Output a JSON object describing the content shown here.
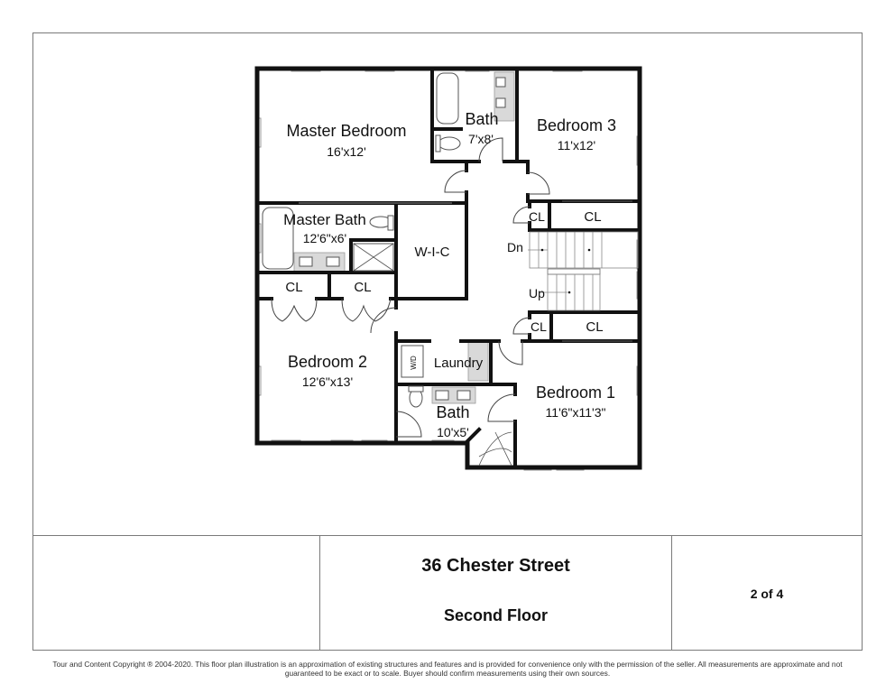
{
  "floorplan": {
    "rooms": {
      "master_bedroom": {
        "name": "Master Bedroom",
        "size": "16'x12'"
      },
      "bath_top": {
        "name": "Bath",
        "size": "7'x8'"
      },
      "bedroom3": {
        "name": "Bedroom 3",
        "size": "11'x12'"
      },
      "master_bath": {
        "name": "Master Bath",
        "size": "12'6\"x6'"
      },
      "wic": {
        "name": "W-I-C"
      },
      "closet_mb_left": {
        "name": "CL"
      },
      "closet_mb_right": {
        "name": "CL"
      },
      "closet_br3_small": {
        "name": "CL"
      },
      "closet_br3_large": {
        "name": "CL"
      },
      "closet_br1_small": {
        "name": "CL"
      },
      "closet_br1_large": {
        "name": "CL"
      },
      "bedroom2": {
        "name": "Bedroom 2",
        "size": "12'6\"x13'"
      },
      "laundry": {
        "name": "Laundry",
        "washer_dryer": "W/D"
      },
      "bath_bottom": {
        "name": "Bath",
        "size": "10'x5'"
      },
      "bedroom1": {
        "name": "Bedroom 1",
        "size": "11'6\"x11'3\""
      }
    },
    "stairs": {
      "down_label": "Dn",
      "up_label": "Up"
    }
  },
  "title_block": {
    "address": "36 Chester Street",
    "floor": "Second Floor",
    "page": "2 of 4"
  },
  "footer": {
    "disclaimer_line1": "Tour and Content Copyright ® 2004-2020. This floor plan illustration is an approximation of existing structures and features and is provided for convenience only with the permission of the seller. All measurements are approximate and not",
    "disclaimer_line2": "guaranteed to be exact or to scale. Buyer should confirm measurements using their own sources."
  },
  "colors": {
    "wall": "#111111",
    "frame": "#7a7a7a",
    "fixture_fill": "#d9d9d9",
    "window": "#bdbdbd"
  }
}
